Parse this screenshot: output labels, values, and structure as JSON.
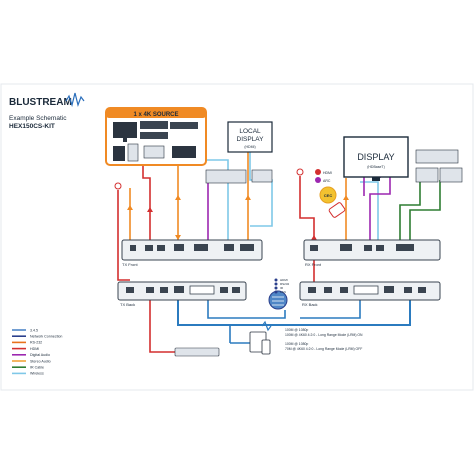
{
  "brand": {
    "name": "BLUSTREAM"
  },
  "header": {
    "subtitle": "Example Schematic",
    "model": "HEX150CS-KIT"
  },
  "source_box": {
    "title": "1 x 4K SOURCE"
  },
  "local_display": {
    "line1": "LOCAL",
    "line2": "DISPLAY",
    "sub": "(HDMI)"
  },
  "display": {
    "line1": "DISPLAY",
    "sub": "(HDBaseT)"
  },
  "devices": {
    "tx_front": "TX Front",
    "tx_back": "TX Back",
    "rx_front": "RX Front",
    "rx_back": "RX Back"
  },
  "ir_badges": {
    "items": [
      "HDMI",
      "ARC"
    ],
    "cec": "CEC"
  },
  "network_labels": [
    "HDMI",
    "RS232",
    "IR",
    "LAN"
  ],
  "notes": [
    "100M @ 1080p",
    "100M @ 4K60 4:2:0 - Long Range Mode (LRM) ON",
    "",
    "100M @ 1080p",
    "70M @ 4K60 4:2:0 - Long Range Mode (LRM) OFF"
  ],
  "legend": {
    "items": [
      {
        "label": "3.4.5",
        "color": "#4f86c6"
      },
      {
        "label": "Network Connection",
        "color": "#2b3f8c"
      },
      {
        "label": "RS-232",
        "color": "#e8721c"
      },
      {
        "label": "HDMI",
        "color": "#d32f2f"
      },
      {
        "label": "Digital Audio",
        "color": "#9c27b0"
      },
      {
        "label": "Stereo Audio",
        "color": "#f2a33a"
      },
      {
        "label": "IR Cable",
        "color": "#2e7d32"
      },
      {
        "label": "Wireless",
        "color": "#7fc8e8"
      }
    ]
  },
  "colors": {
    "orange": "#f08a24",
    "blue": "#2b7bbf",
    "red": "#d32f2f",
    "purple": "#9c27b0",
    "green": "#2e7d32",
    "lightblue": "#7fc8e8",
    "navy": "#1b2a3a",
    "yellow": "#f2c230"
  }
}
